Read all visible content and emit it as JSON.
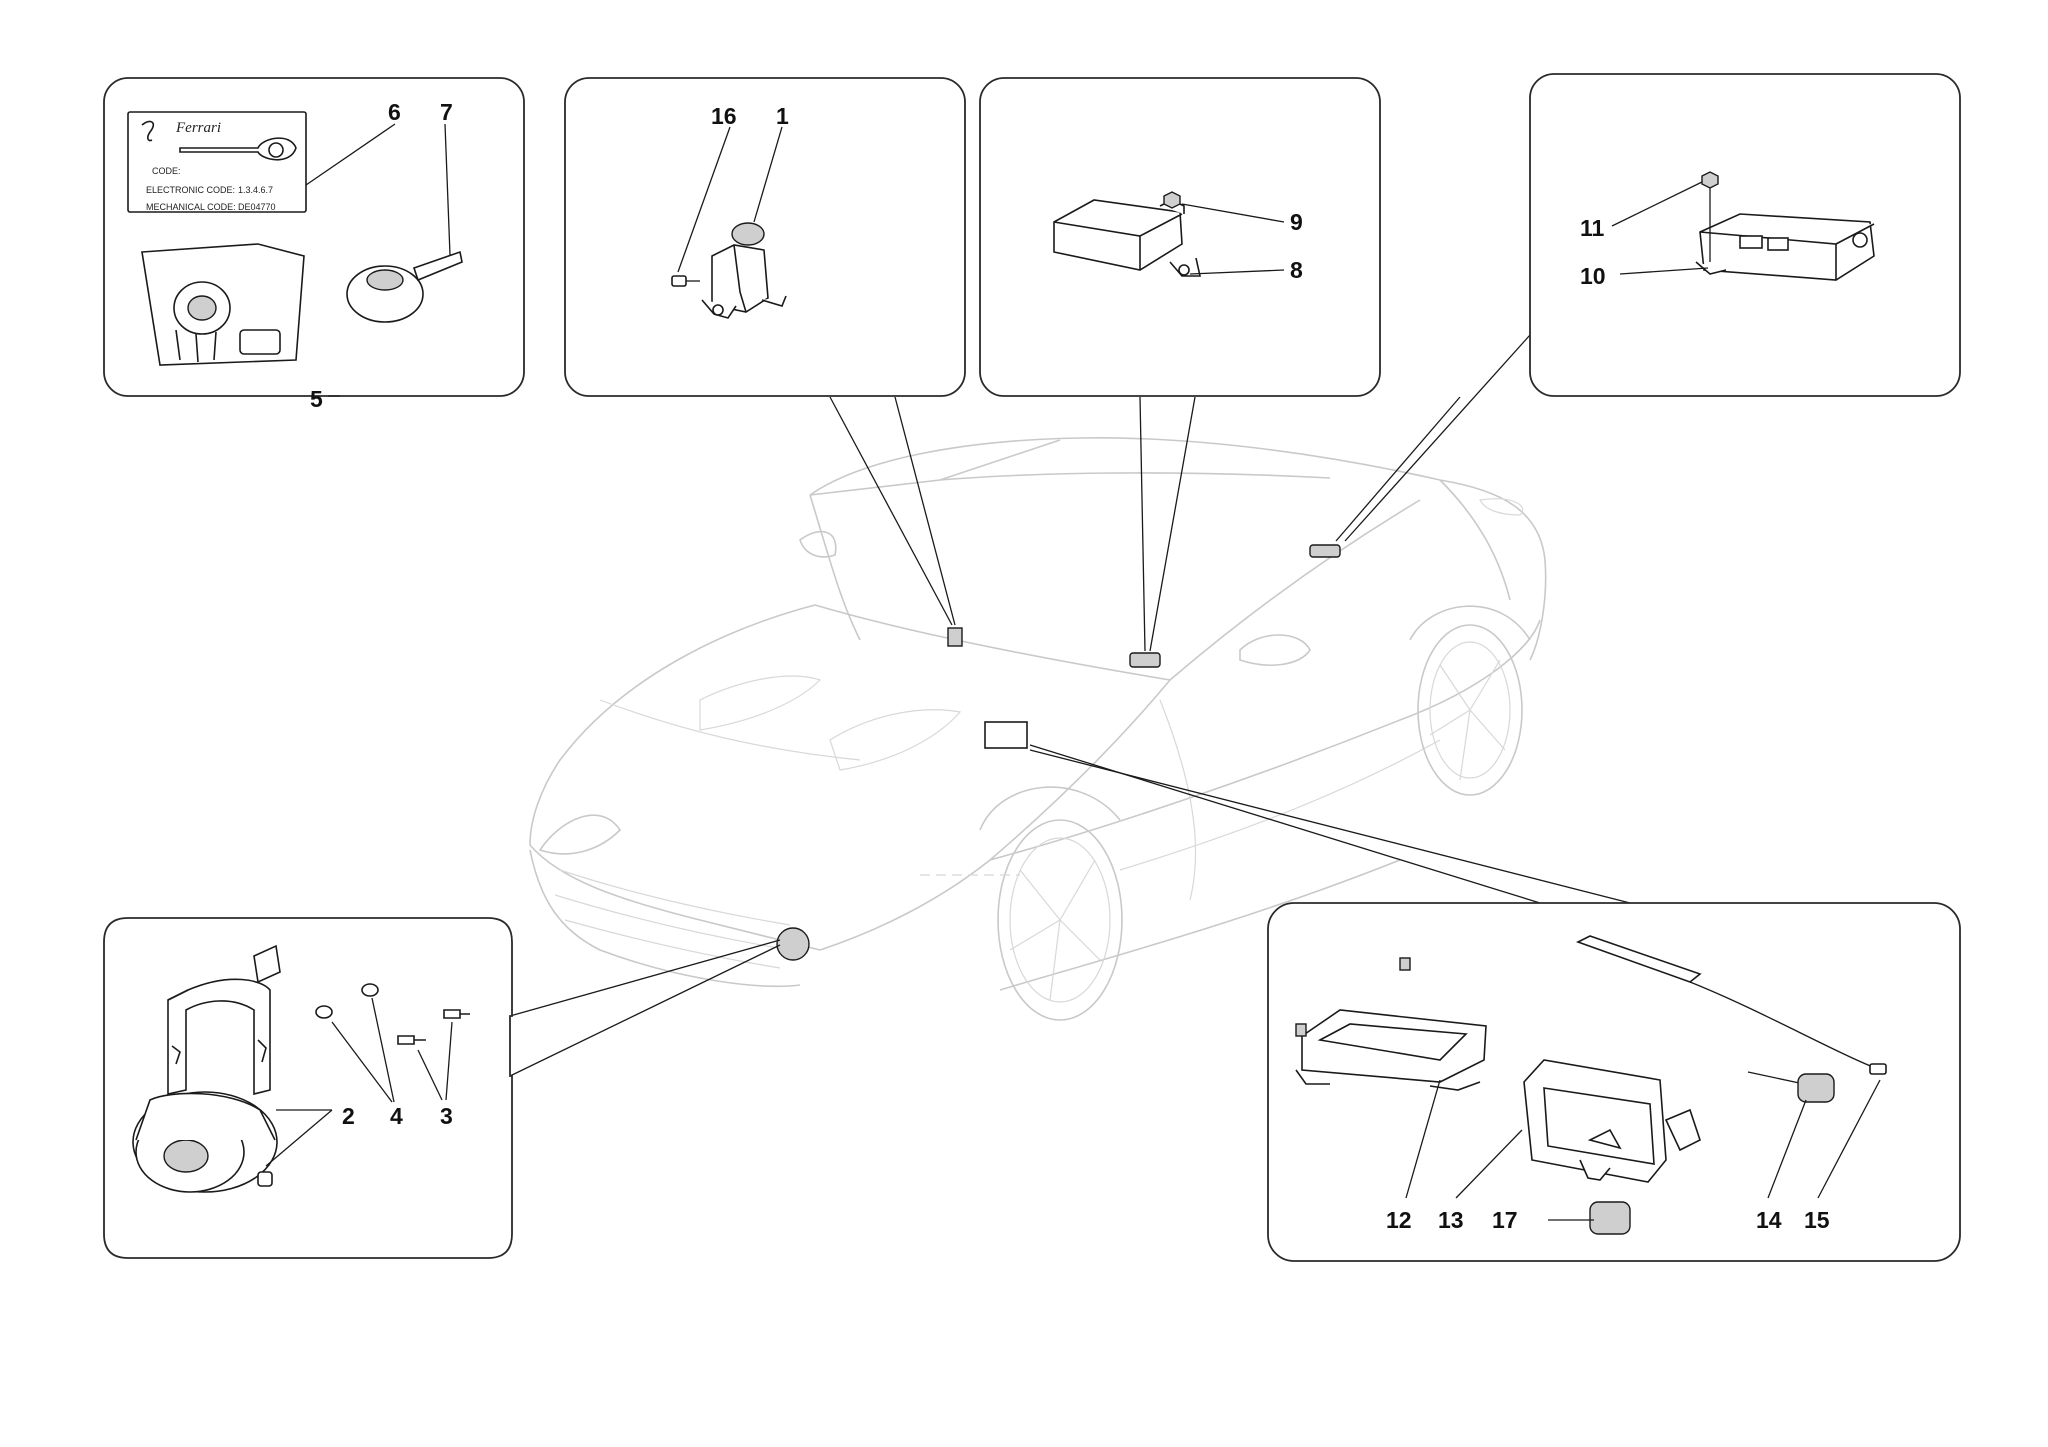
{
  "callouts": {
    "n1": "1",
    "n2": "2",
    "n3": "3",
    "n4": "4",
    "n5": "5",
    "n6": "6",
    "n7": "7",
    "n8": "8",
    "n9": "9",
    "n10": "10",
    "n11": "11",
    "n12": "12",
    "n13": "13",
    "n14": "14",
    "n15": "15",
    "n16": "16",
    "n17": "17"
  },
  "key_card": {
    "brand": "Ferrari",
    "code_label": "CODE:",
    "electronic_label": "ELECTRONIC CODE:",
    "electronic_value": "1.3.4.6.7",
    "mechanical_label": "MECHANICAL CODE:",
    "mechanical_value": "DE04770"
  },
  "colors": {
    "line": "#1a1a1a",
    "car_line": "#c9c9c9",
    "panel_border": "#2a2a2a"
  }
}
